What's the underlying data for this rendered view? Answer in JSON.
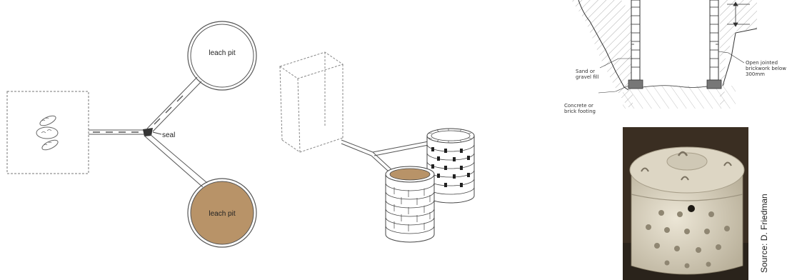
{
  "diagram": {
    "labels": {
      "leach_pit_top": "leach pit",
      "leach_pit_bottom": "leach pit",
      "seal": "seal"
    },
    "cross_section": {
      "sand_fill": [
        "Sand or",
        "gravel fill"
      ],
      "open_jointed": [
        "Open jointed",
        "brickwork below",
        "300mm"
      ],
      "footing": [
        "Concrete or",
        "brick footing"
      ]
    },
    "credit": "Source: D. Friedman"
  },
  "colors": {
    "line": "#555555",
    "soil_fill": "#b89368",
    "brick_line": "#444444",
    "photo_bg": "#3a2e22",
    "concrete": "#d9d2c0"
  }
}
